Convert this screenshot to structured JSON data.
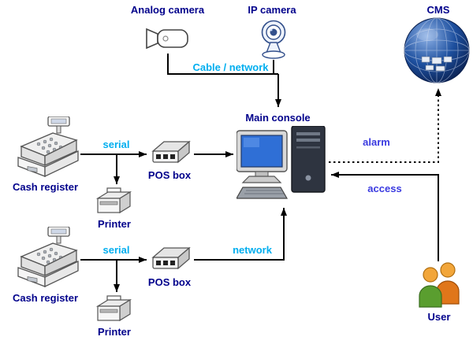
{
  "nodes": {
    "analog_camera": "Analog camera",
    "ip_camera": "IP camera",
    "cms": "CMS",
    "main_console": "Main console",
    "cash_register_top": "Cash register",
    "pos_box_top": "POS box",
    "printer_top": "Printer",
    "cash_register_bottom": "Cash register",
    "pos_box_bottom": "POS box",
    "printer_bottom": "Printer",
    "user": "User"
  },
  "edges": {
    "cable_network": "Cable / network",
    "serial_top": "serial",
    "serial_bottom": "serial",
    "network": "network",
    "alarm": "alarm",
    "access": "access"
  },
  "colors": {
    "node_label": "#00008B",
    "link_label_cyan": "#00AEEF",
    "link_label_blue": "#3A3AE0",
    "line": "#000000",
    "screen_blue": "#2f6fd6",
    "cms_sphere": "#1d4f9e"
  }
}
